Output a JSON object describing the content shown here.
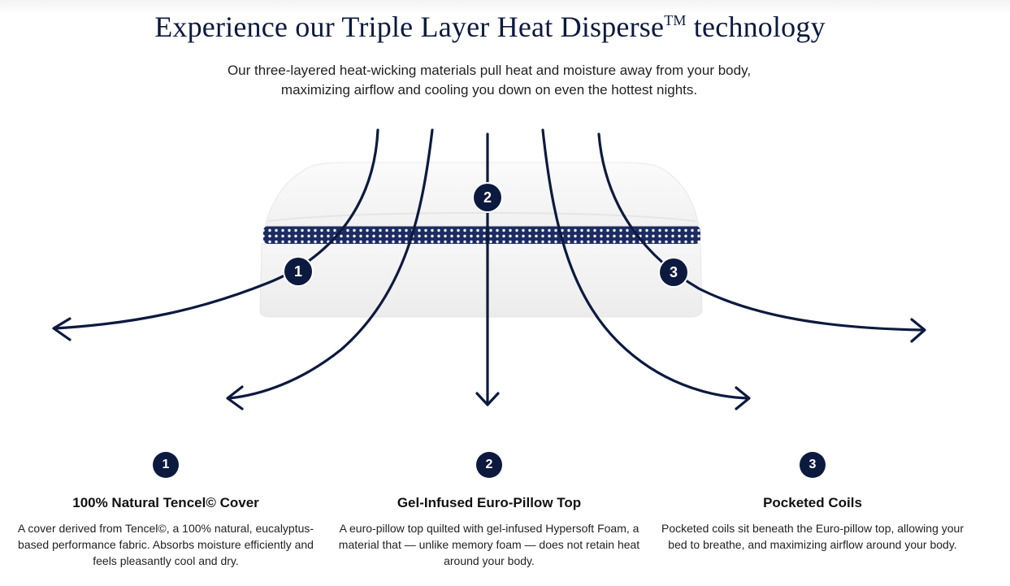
{
  "header": {
    "title": "Experience our Triple Layer Heat Disperse",
    "trademark": "TM",
    "title_suffix": " technology",
    "subtitle": "Our three-layered heat-wicking materials pull heat and moisture away from your body, maximizing airflow and cooling you down on even the hottest nights."
  },
  "diagram": {
    "markers": [
      "1",
      "2",
      "3"
    ],
    "arrow_color": "#0d1a3f",
    "band_color": "#1c2c62"
  },
  "features": [
    {
      "number": "1",
      "title": "100% Natural Tencel© Cover",
      "description": "A cover derived from Tencel©, a 100% natural, eucalyptus-based performance fabric. Absorbs moisture efficiently and feels pleasantly cool and dry."
    },
    {
      "number": "2",
      "title": "Gel-Infused Euro-Pillow Top",
      "description": "A euro-pillow top quilted with gel-infused Hypersoft Foam, a material that — unlike memory foam — does not retain heat around your body."
    },
    {
      "number": "3",
      "title": "Pocketed Coils",
      "description": "Pocketed coils sit beneath the Euro-pillow top, allowing your bed to breathe, and maximizing airflow around your body."
    }
  ]
}
